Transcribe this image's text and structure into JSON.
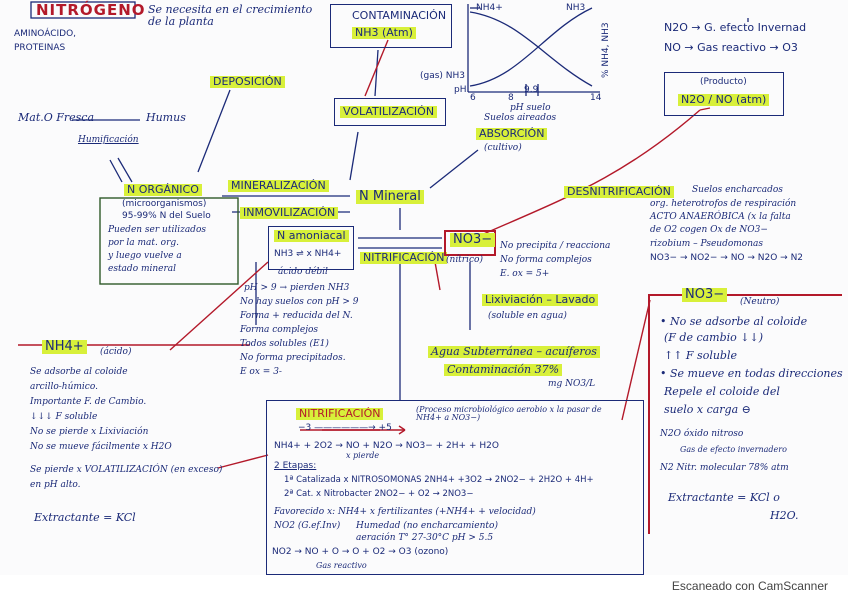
{
  "title": {
    "nitrogeno": "NITRÓGENO",
    "note": "Se necesita en el crecimiento de la planta"
  },
  "left_top": {
    "aminoacidos": "AMINOÁCIDO,",
    "proteinas": "PROTEINAS"
  },
  "contam": {
    "title": "CONTAMINACIÓN",
    "nh3": "NH3 (Atm)"
  },
  "graph": {
    "nh4": "NH4+",
    "nh3_top": "NH3",
    "ph_label": "pH",
    "x6": "6",
    "x8": "8",
    "x99": "9.9",
    "x14": "14",
    "xlabel": "pH suelo",
    "ylabel": "% NH4, NH3",
    "left_label": "(gas) NH3"
  },
  "effects": {
    "n2o": "N2O → G. efecto Invernad",
    "no": "NO → Gas reactivo → O3"
  },
  "producto": {
    "label": "(Producto)",
    "value": "N2O / NO (atm)"
  },
  "deposicion": "DEPOSICIÓN",
  "volatilizacion": "VOLATILIZACIÓN",
  "absorcion": {
    "pre": "Suelos aireados",
    "title": "ABSORCIÓN",
    "post": "(cultivo)"
  },
  "materia": {
    "mat": "Mat.O Fresca",
    "humus": "Humus",
    "humif": "Humificación"
  },
  "n_organico": {
    "title": "N ORGÁNICO",
    "sub": "(microorganismos)",
    "pct": "95-99% N del Suelo",
    "l1": "Pueden ser utilizados",
    "l2": "por la mat. org.",
    "l3": "y luego vuelve a",
    "l4": "estado mineral"
  },
  "mineralizacion": "MINERALIZACIÓN",
  "inmovilizacion": "INMOVILIZACIÓN",
  "n_mineral": "N Mineral",
  "amoniacal": {
    "title": "N amoniacal",
    "formula": "NH3 ⇌ x NH4+",
    "sub": "ácido débil"
  },
  "nitrificacion": "NITRIFICACIÓN",
  "no3_box": {
    "title": "NO3−",
    "sub": "(nítrico)"
  },
  "no3_notes": {
    "l1": "No precipita / reacciona",
    "l2": "No forma complejos",
    "l3": "E. ox = 5+"
  },
  "denit": {
    "title": "DESNITRIFICACIÓN",
    "l1": "Suelos encharcados",
    "l2": "org. heterotrofos de respiración",
    "l3": "ACTO ANAERÓBICA (x la falta",
    "l4": "de O2 cogen Ox de NO3−",
    "l5": "rizobium – Pseudomonas",
    "l6": "NO3− → NO2− → NO → N2O → N2"
  },
  "ph_notes": {
    "l1": "pH > 9 → pierden NH3",
    "l2": "No hay suelos con pH > 9",
    "l3": "Forma + reducida del N.",
    "l4": "Forma complejos",
    "l5": "Todos solubles (E1)",
    "l6": "No forma precipitados.",
    "l7": "E ox = 3-"
  },
  "lixiviacion": {
    "title": "Lixiviación – Lavado",
    "sub": "(soluble en agua)"
  },
  "agua": {
    "title": "Agua Subterránea – acuíferos",
    "contam": "Contaminación 37%",
    "unit": "mg NO3/L"
  },
  "nh4_box": {
    "title": "NH4+",
    "sub": "(ácido)",
    "l1": "Se adsorbe al coloide",
    "l2": "arcillo-húmico.",
    "l3": "Importante F. de Cambio.",
    "l4": "↓↓↓ F soluble",
    "l5": "No se pierde x Lixiviación",
    "l6": "No se mueve fácilmente x H2O",
    "l7": "Se pierde x VOLATILIZACIÓN (en exceso)",
    "l8": "en pH alto.",
    "extract": "Extractante = KCl"
  },
  "nitrif_box": {
    "title": "NITRIFICACIÓN",
    "title_note": "(Proceso microbiológico aerobio x la pasar de NH4+ a NO3−)",
    "ox": "−3 ——————→ +5",
    "eq": "NH4+ + 2O2 → NO + N2O → NO3− + 2H+ + H2O",
    "eq_note": "x pierde",
    "etapas": "2 Etapas:",
    "e1": "1ª Catalizada x NITROSOMONAS   2NH4+ +3O2 → 2NO2− + 2H2O + 4H+",
    "e2": "2ª Cat. x Nitrobacter   2NO2− + O2 → 2NO3−",
    "fav": "Favorecido x:  NH4+ x fertilizantes (+NH4+ + velocidad)",
    "fav2": "Humedad (no encharcamiento)",
    "fav3": "aeración  T° 27-30°C  pH > 5.5",
    "no2": "NO2 (G.ef.Inv)",
    "last": "NO2 → NO + O → O + O2 → O3 (ozono)",
    "last2": "Gas reactivo"
  },
  "no3_right": {
    "title": "NO3−",
    "sub": "(Neutro)",
    "l1": "• No se adsorbe al coloide",
    "l2": "(F de cambio ↓↓)",
    "l3": "↑↑ F soluble",
    "l4": "• Se mueve en todas direcciones",
    "l5": "Repele el coloide del",
    "l6": "suelo x carga ⊖",
    "n2o": "N2O  óxido nitroso",
    "n2o2": "Gas de efecto invernadero",
    "n2": "N2  Nitr. molecular 78% atm",
    "extract": "Extractante = KCl o",
    "extract2": "H2O."
  },
  "footer": "Escaneado con CamScanner"
}
